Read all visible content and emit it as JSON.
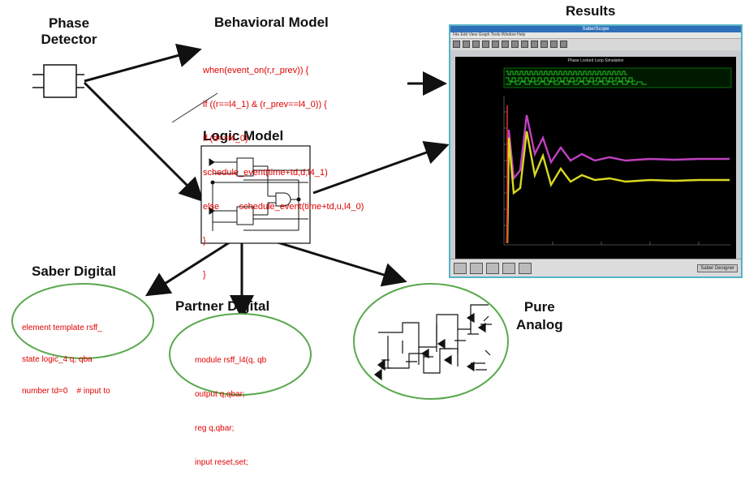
{
  "labels": {
    "phase_detector": [
      "Phase",
      "Detector"
    ],
    "behavioral_model": "Behavioral Model",
    "results": "Results",
    "logic_model": "Logic  Model",
    "saber_digital": "Saber Digital",
    "partner_digital": "Partner Digital",
    "pure_analog": [
      "Pure",
      "Analog"
    ]
  },
  "behavioral_code": [
    "when(event_on(r,r_prev)) {",
    "if ((r==l4_1) & (r_prev==l4_0)) {",
    "if (d==l4_0)",
    "schedule_event(time+td,d,l4_1)",
    "else        schedule_event(time+td,u,l4_0)",
    "}",
    "}"
  ],
  "saber_code": [
    "element template rsff_",
    "state logic_4 q, qba",
    "number td=0    # input to"
  ],
  "partner_code": [
    "module rsff_l4(q, qb",
    "output q,qbar;",
    "reg q,qbar;",
    "input reset,set;"
  ],
  "results_window": {
    "title": "SaberScope",
    "menu": "File  Edit  View  Graph  Tools  Window  Help",
    "plot_title": "Phase Locked Loop Simulation",
    "brand": "Saber Designer"
  },
  "colors": {
    "code": "#e00000",
    "ellipse": "#5aa84e",
    "trace_magenta": "#c040c0",
    "trace_yellow": "#d8d820",
    "digital_green": "#22c022"
  }
}
